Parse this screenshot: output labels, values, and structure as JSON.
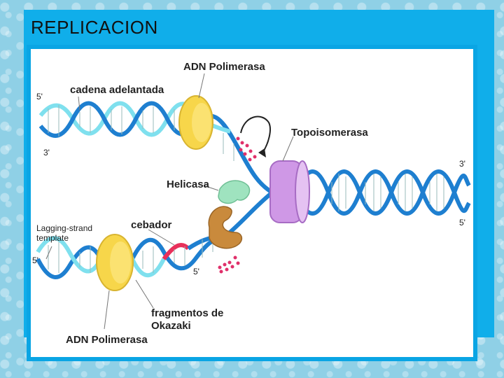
{
  "slide": {
    "title": "REPLICACION"
  },
  "diagram": {
    "labels": {
      "dna_polymerase_top": "ADN Polimerasa",
      "leading_strand": "cadena adelantada",
      "topoisomerase": "Topoisomerasa",
      "helicase": "Helicasa",
      "primer": "cebador",
      "lagging_template_line1": "Lagging-strand",
      "lagging_template_line2": "template",
      "okazaki_line1": "fragmentos de",
      "okazaki_line2": "Okazaki",
      "dna_polymerase_bottom": "ADN Polimerasa"
    },
    "ends": {
      "top_left_5": "5'",
      "top_left_3": "3'",
      "right_3": "3'",
      "right_5": "5'",
      "lower_left_5": "5'",
      "lower_mid_5": "5'"
    },
    "colors": {
      "strand_blue": "#1e7fd0",
      "new_strand_cyan": "#7fe0ee",
      "polymerase_yellow": "#f7d64a",
      "topoisomerase_violet": "#cf98e6",
      "helicase_green": "#9fe3bf",
      "primase_brown": "#c98a3c",
      "primer_red": "#e8305a",
      "nucleotide_pink": "#e0306a"
    }
  }
}
